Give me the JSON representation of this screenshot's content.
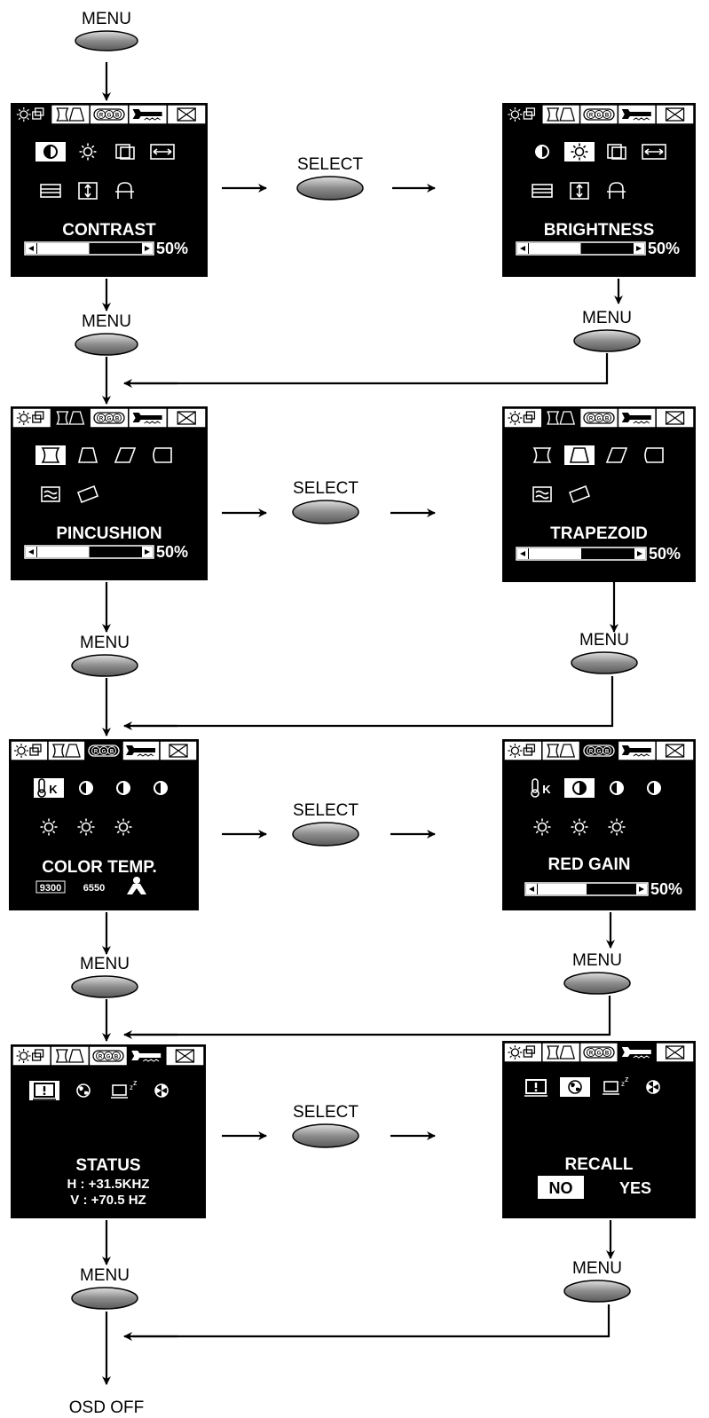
{
  "labels": {
    "menu": "MENU",
    "select": "SELECT",
    "osd_off": "OSD OFF",
    "percent": "50%"
  },
  "colors": {
    "osd_background": "#000000",
    "osd_text": "#ffffff",
    "button_fill": "#9a9a9a",
    "arrow": "#000000"
  },
  "tabs": [
    "brightness-size-icon",
    "geometry-icon",
    "rgb-icon",
    "tools-icon",
    "exit-icon"
  ],
  "screens": [
    {
      "id": "contrast",
      "title": "CONTRAST",
      "active_tab": 0,
      "selected_icon": "contrast-icon",
      "icons": [
        "contrast-icon",
        "brightness-icon",
        "h-position-icon",
        "h-size-icon",
        "v-position-icon",
        "v-size-icon",
        "moire-icon"
      ],
      "slider_percent": 50,
      "value": "50%"
    },
    {
      "id": "brightness",
      "title": "BRIGHTNESS",
      "active_tab": 0,
      "selected_icon": "brightness-icon",
      "icons": [
        "contrast-icon",
        "brightness-icon",
        "h-position-icon",
        "h-size-icon",
        "v-position-icon",
        "v-size-icon",
        "moire-icon"
      ],
      "slider_percent": 50,
      "value": "50%"
    },
    {
      "id": "pincushion",
      "title": "PINCUSHION",
      "active_tab": 1,
      "selected_icon": "pincushion-icon",
      "icons": [
        "pincushion-icon",
        "trapezoid-icon",
        "parallelogram-icon",
        "pin-balance-icon",
        "moire-wave-icon",
        "rotation-icon"
      ],
      "slider_percent": 50,
      "value": "50%"
    },
    {
      "id": "trapezoid",
      "title": "TRAPEZOID",
      "active_tab": 1,
      "selected_icon": "trapezoid-icon",
      "icons": [
        "pincushion-icon",
        "trapezoid-icon",
        "parallelogram-icon",
        "pin-balance-icon",
        "moire-wave-icon",
        "rotation-icon"
      ],
      "slider_percent": 50,
      "value": "50%"
    },
    {
      "id": "color-temp",
      "title": "COLOR TEMP.",
      "active_tab": 2,
      "selected_icon": "color-temp-icon",
      "icons": [
        "color-temp-icon",
        "red-gain-icon",
        "green-gain-icon",
        "blue-gain-icon",
        "red-bias-icon",
        "green-bias-icon",
        "blue-bias-icon"
      ],
      "options": [
        "9300",
        "6550"
      ]
    },
    {
      "id": "red-gain",
      "title": "RED GAIN",
      "active_tab": 2,
      "selected_icon": "red-gain-icon",
      "icons": [
        "color-temp-icon",
        "red-gain-icon",
        "green-gain-icon",
        "blue-gain-icon",
        "red-bias-icon",
        "green-bias-icon",
        "blue-bias-icon"
      ],
      "slider_percent": 50,
      "value": "50%"
    },
    {
      "id": "status",
      "title": "STATUS",
      "active_tab": 3,
      "selected_icon": "status-icon",
      "icons": [
        "status-icon",
        "language-icon",
        "power-save-icon",
        "degauss-icon"
      ],
      "lines": [
        "H : +31.5KHZ",
        "V : +70.5   HZ"
      ]
    },
    {
      "id": "recall",
      "title": "RECALL",
      "active_tab": 3,
      "selected_icon": "language-icon",
      "icons": [
        "status-icon",
        "language-icon",
        "power-save-icon",
        "degauss-icon"
      ],
      "options": [
        "NO",
        "YES"
      ],
      "selected_option": "NO"
    }
  ]
}
